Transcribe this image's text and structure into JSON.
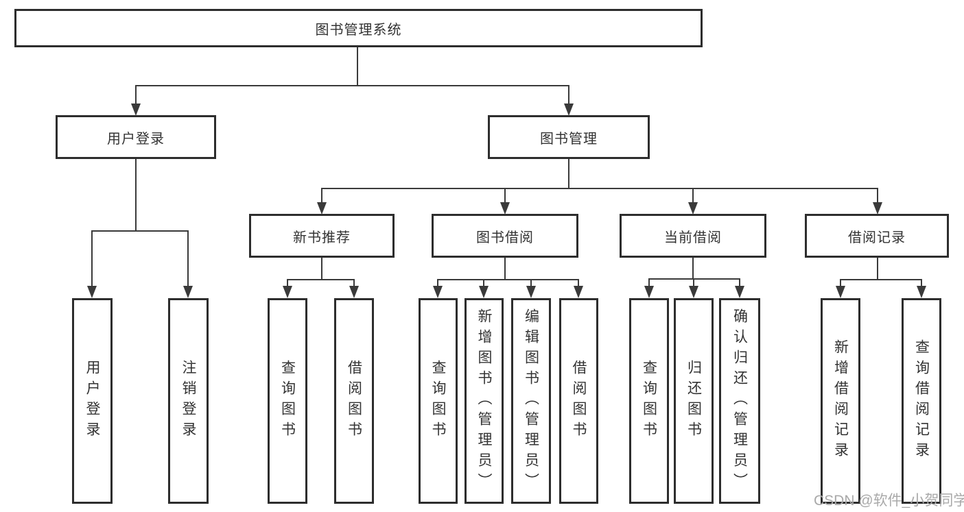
{
  "tree": {
    "root": {
      "label": "图书管理系统"
    },
    "branches": [
      {
        "label": "用户登录",
        "children": [
          {
            "label": "用户登录"
          },
          {
            "label": "注销登录"
          }
        ]
      },
      {
        "label": "图书管理",
        "children": [
          {
            "label": "新书推荐",
            "children": [
              {
                "label": "查询图书"
              },
              {
                "label": "借阅图书"
              }
            ]
          },
          {
            "label": "图书借阅",
            "children": [
              {
                "label": "查询图书"
              },
              {
                "label": "新增图书（管理员）"
              },
              {
                "label": "编辑图书（管理员）"
              },
              {
                "label": "借阅图书"
              }
            ]
          },
          {
            "label": "当前借阅",
            "children": [
              {
                "label": "查询图书"
              },
              {
                "label": "归还图书"
              },
              {
                "label": "确认归还（管理员）"
              }
            ]
          },
          {
            "label": "借阅记录",
            "children": [
              {
                "label": "新增借阅记录"
              },
              {
                "label": "查询借阅记录"
              }
            ]
          }
        ]
      }
    ]
  },
  "watermark": {
    "text": "CSDN @软件_小贺同学"
  },
  "colors": {
    "background": "#ffffff",
    "box_border": "#2d2d2d",
    "line": "#3a3a3a",
    "text": "#333333",
    "watermark": "#a9a9a9"
  }
}
